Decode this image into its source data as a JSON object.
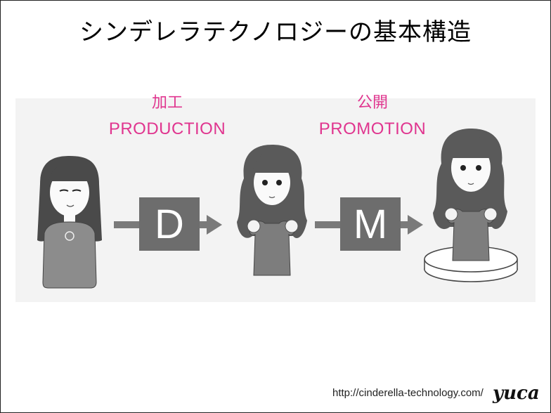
{
  "title": "シンデレラテクノロジーの基本構造",
  "stages": {
    "production": {
      "jp": "加工",
      "en": "PRODUCTION",
      "box_letter": "D"
    },
    "promotion": {
      "jp": "公開",
      "en": "PROMOTION",
      "box_letter": "M"
    }
  },
  "figures": [
    {
      "name": "original-girl-figure"
    },
    {
      "name": "processed-girl-figure"
    },
    {
      "name": "promoted-girl-on-pedestal-figure"
    }
  ],
  "colors": {
    "accent": "#e0358f",
    "box": "#6d6d6d",
    "arrow": "#7a7a7a",
    "band": "#f3f3f3"
  },
  "footer": {
    "url": "http://cinderella-technology.com/",
    "logo": "yuca"
  }
}
